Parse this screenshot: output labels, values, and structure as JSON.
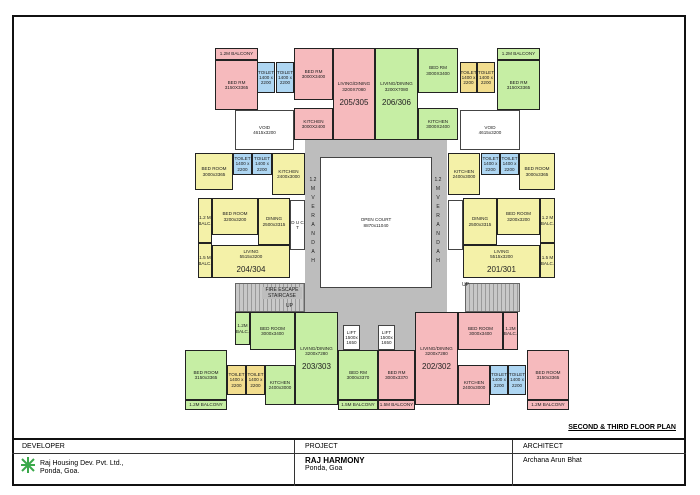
{
  "colors": {
    "pink": "#f6babd",
    "green": "#c6eea4",
    "yellow": "#f4f1a8",
    "toilet_blue": "#aed6f2",
    "toilet_yellow": "#f2dd8e",
    "gray": "#bdbdbd",
    "white": "#ffffff"
  },
  "rooms": [
    {
      "id": "balcony-205-a",
      "label": "1.2M BALCONY",
      "dim": "",
      "fill": "pink"
    },
    {
      "id": "bedrm-205-a",
      "label": "BED RM",
      "dim": "3150X3365",
      "fill": "pink"
    },
    {
      "id": "toilet-205-a",
      "label": "TOILET",
      "dim": "1400 x 2200",
      "fill": "toilet_blue"
    },
    {
      "id": "toilet-205-b",
      "label": "TOILET",
      "dim": "1400 x 2200",
      "fill": "toilet_blue"
    },
    {
      "id": "bedrm-205-b",
      "label": "BED RM",
      "dim": "3000X3400",
      "fill": "pink"
    },
    {
      "id": "living-205",
      "label": "LIVING/DINING",
      "dim": "3200X7080",
      "fill": "pink",
      "unit": "205/305"
    },
    {
      "id": "kitchen-205",
      "label": "KITCHEN",
      "dim": "3000X2400",
      "fill": "pink"
    },
    {
      "id": "void-left",
      "label": "VOID",
      "dim": "4615x3200",
      "fill": "white"
    },
    {
      "id": "living-206",
      "label": "LIVING/DINING",
      "dim": "3200X7080",
      "fill": "green",
      "unit": "206/306"
    },
    {
      "id": "bedrm-206-a",
      "label": "BED RM",
      "dim": "3000X3400",
      "fill": "green"
    },
    {
      "id": "kitchen-206",
      "label": "KITCHEN",
      "dim": "3000X2400",
      "fill": "green"
    },
    {
      "id": "toilet-206-a",
      "label": "TOILET",
      "dim": "1400 x 2200",
      "fill": "toilet_yellow"
    },
    {
      "id": "toilet-206-b",
      "label": "TOILET",
      "dim": "1400 x 2200",
      "fill": "toilet_yellow"
    },
    {
      "id": "balcony-206",
      "label": "1.2M BALCONY",
      "dim": "",
      "fill": "green"
    },
    {
      "id": "bedrm-206-b",
      "label": "BED RM",
      "dim": "3150X3365",
      "fill": "green"
    },
    {
      "id": "void-right",
      "label": "VOID",
      "dim": "4615x3200",
      "fill": "white"
    },
    {
      "id": "bedroom-204-a",
      "label": "BED ROOM",
      "dim": "3000x3365",
      "fill": "yellow"
    },
    {
      "id": "toilet-204-a",
      "label": "TOILET",
      "dim": "1400 x 2200",
      "fill": "toilet_blue"
    },
    {
      "id": "toilet-204-b",
      "label": "TOILET",
      "dim": "1400 x 2200",
      "fill": "toilet_blue"
    },
    {
      "id": "kitchen-204",
      "label": "KITCHEN",
      "dim": "2400x3000",
      "fill": "yellow"
    },
    {
      "id": "balc-204-a",
      "label": "1.2 M BALC.",
      "dim": "",
      "fill": "yellow"
    },
    {
      "id": "bedroom-204-b",
      "label": "BED ROOM",
      "dim": "3200x3200",
      "fill": "yellow"
    },
    {
      "id": "dining-204",
      "label": "DINING",
      "dim": "2500x3315",
      "fill": "yellow"
    },
    {
      "id": "duct-left",
      "label": "D U C T",
      "dim": "",
      "fill": "white"
    },
    {
      "id": "balc-204-b",
      "label": "1.5 M BALC.",
      "dim": "",
      "fill": "yellow"
    },
    {
      "id": "living-204",
      "label": "LIVING",
      "dim": "5515x3200",
      "fill": "yellow",
      "unit": "204/304"
    },
    {
      "id": "kitchen-201",
      "label": "KITCHEN",
      "dim": "2400x3000",
      "fill": "yellow"
    },
    {
      "id": "toilet-201-a",
      "label": "TOILET",
      "dim": "1400 x 2200",
      "fill": "toilet_blue"
    },
    {
      "id": "toilet-201-b",
      "label": "TOILET",
      "dim": "1400 x 2200",
      "fill": "toilet_blue"
    },
    {
      "id": "bedroom-201-a",
      "label": "BED ROOM",
      "dim": "3000x3365",
      "fill": "yellow"
    },
    {
      "id": "duct-right",
      "label": "",
      "dim": "",
      "fill": "white"
    },
    {
      "id": "dining-201",
      "label": "DINING",
      "dim": "2500x3315",
      "fill": "yellow"
    },
    {
      "id": "bedroom-201-b",
      "label": "BED ROOM",
      "dim": "3200x3200",
      "fill": "yellow"
    },
    {
      "id": "balc-201-a",
      "label": "1.2 M BALC.",
      "dim": "",
      "fill": "yellow"
    },
    {
      "id": "living-201",
      "label": "LIVING",
      "dim": "5515x3200",
      "fill": "yellow",
      "unit": "201/301"
    },
    {
      "id": "balc-201-b",
      "label": "1.5 M BALC.",
      "dim": "",
      "fill": "yellow"
    },
    {
      "id": "open-court",
      "label": "OPEN COURT",
      "dim": "8870x11040",
      "fill": "white"
    },
    {
      "id": "balc-203",
      "label": "1.2M BALC.",
      "dim": "",
      "fill": "green"
    },
    {
      "id": "bedroom-203-a",
      "label": "BED ROOM",
      "dim": "3000x3400",
      "fill": "green"
    },
    {
      "id": "living-203",
      "label": "LIVING/DINING",
      "dim": "3200x7280",
      "fill": "green",
      "unit": "203/303"
    },
    {
      "id": "bedroom-203-b",
      "label": "BED ROOM",
      "dim": "3150x3365",
      "fill": "green"
    },
    {
      "id": "toilet-203-a",
      "label": "TOILET",
      "dim": "1400 x 2200",
      "fill": "toilet_yellow"
    },
    {
      "id": "toilet-203-b",
      "label": "TOILET",
      "dim": "1400 x 2200",
      "fill": "toilet_yellow"
    },
    {
      "id": "kitchen-203",
      "label": "KITCHEN",
      "dim": "2400x3000",
      "fill": "green"
    },
    {
      "id": "bedrm-203",
      "label": "BED RM",
      "dim": "3000x3370",
      "fill": "green"
    },
    {
      "id": "balcony-203-a",
      "label": "1.2M BALCONY",
      "dim": "",
      "fill": "green"
    },
    {
      "id": "balcony-203-b",
      "label": "1.5M BALCONY",
      "dim": "",
      "fill": "green"
    },
    {
      "id": "lift-a",
      "label": "LIFT",
      "dim": "1500x 1650",
      "fill": "white"
    },
    {
      "id": "lift-b",
      "label": "LIFT",
      "dim": "1500x 1650",
      "fill": "white"
    },
    {
      "id": "bedrm-202",
      "label": "BED RM",
      "dim": "3000x3370",
      "fill": "pink"
    },
    {
      "id": "living-202",
      "label": "LIVING/DINING",
      "dim": "3200x7280",
      "fill": "pink",
      "unit": "202/302"
    },
    {
      "id": "bedroom-202-a",
      "label": "BED ROOM",
      "dim": "3000x3400",
      "fill": "pink"
    },
    {
      "id": "balc-202",
      "label": "1.2M BALC.",
      "dim": "",
      "fill": "pink"
    },
    {
      "id": "kitchen-202",
      "label": "KITCHEN",
      "dim": "2400x3000",
      "fill": "pink"
    },
    {
      "id": "toilet-202-a",
      "label": "TOILET",
      "dim": "1400 x 2200",
      "fill": "toilet_blue"
    },
    {
      "id": "toilet-202-b",
      "label": "TOILET",
      "dim": "1400 x 2200",
      "fill": "toilet_blue"
    },
    {
      "id": "bedroom-202-b",
      "label": "BED ROOM",
      "dim": "3150x3365",
      "fill": "pink"
    },
    {
      "id": "balcony-202-a",
      "label": "1.2M BALCONY",
      "dim": "",
      "fill": "pink"
    },
    {
      "id": "balcony-202-b",
      "label": "1.5M BALCONY",
      "dim": "",
      "fill": "pink"
    }
  ],
  "verandah": "1.2 M VERANDAH",
  "fire_escape": "FIRE ESCAPE STAIRCASE",
  "up_label": "UP",
  "plan_title": "SECOND & THIRD  FLOOR  PLAN",
  "title_block": {
    "developer_header": "DEVELOPER",
    "developer_line1": "Raj Housing Dev. Pvt. Ltd.,",
    "developer_line2": "Ponda, Goa.",
    "project_header": "PROJECT",
    "project_name": "RAJ HARMONY",
    "project_location": "Ponda, Goa",
    "architect_header": "ARCHITECT",
    "architect_name": "Archana Arun Bhat"
  }
}
